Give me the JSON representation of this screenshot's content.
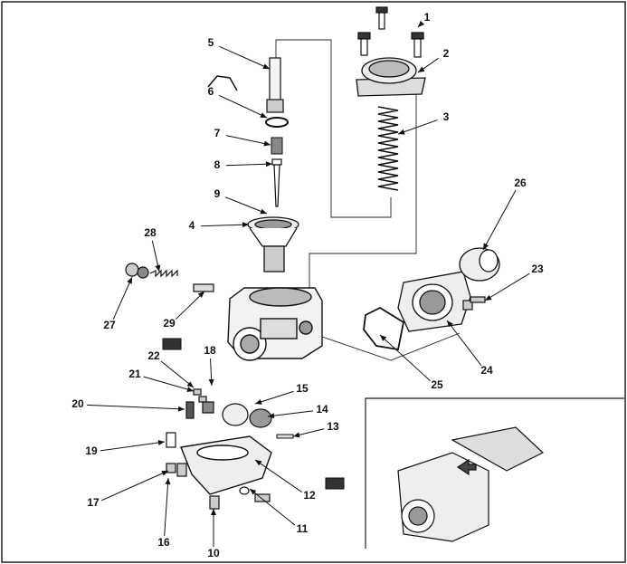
{
  "figure": {
    "callouts": [
      {
        "id": "1",
        "label": "1"
      },
      {
        "id": "2",
        "label": "2"
      },
      {
        "id": "3",
        "label": "3"
      },
      {
        "id": "4",
        "label": "4"
      },
      {
        "id": "5",
        "label": "5"
      },
      {
        "id": "6",
        "label": "6"
      },
      {
        "id": "7",
        "label": "7"
      },
      {
        "id": "8",
        "label": "8"
      },
      {
        "id": "9",
        "label": "9"
      },
      {
        "id": "10",
        "label": "10"
      },
      {
        "id": "11",
        "label": "11"
      },
      {
        "id": "12",
        "label": "12"
      },
      {
        "id": "13",
        "label": "13"
      },
      {
        "id": "14",
        "label": "14"
      },
      {
        "id": "15",
        "label": "15"
      },
      {
        "id": "16",
        "label": "16"
      },
      {
        "id": "17",
        "label": "17"
      },
      {
        "id": "18",
        "label": "18"
      },
      {
        "id": "19",
        "label": "19"
      },
      {
        "id": "20",
        "label": "20"
      },
      {
        "id": "21",
        "label": "21"
      },
      {
        "id": "22",
        "label": "22"
      },
      {
        "id": "23",
        "label": "23"
      },
      {
        "id": "24",
        "label": "24"
      },
      {
        "id": "25",
        "label": "25"
      },
      {
        "id": "26",
        "label": "26"
      },
      {
        "id": "27",
        "label": "27"
      },
      {
        "id": "28",
        "label": "28"
      },
      {
        "id": "29",
        "label": "29"
      }
    ]
  },
  "colors": {
    "ink": "#111111",
    "background": "#ffffff"
  }
}
